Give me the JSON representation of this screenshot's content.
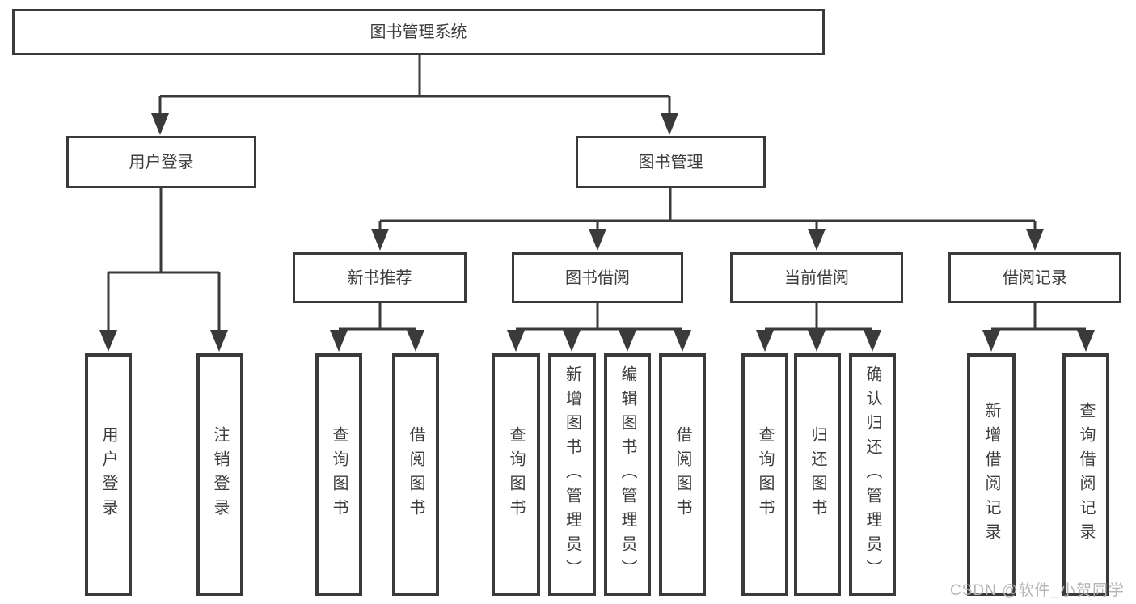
{
  "diagram": {
    "root": {
      "label": "图书管理系统"
    },
    "branches": [
      {
        "label": "用户登录"
      },
      {
        "label": "图书管理"
      }
    ],
    "modules": [
      {
        "label": "新书推荐"
      },
      {
        "label": "图书借阅"
      },
      {
        "label": "当前借阅"
      },
      {
        "label": "借阅记录"
      }
    ],
    "leaves": [
      {
        "label": "用户登录"
      },
      {
        "label": "注销登录"
      },
      {
        "label": "查询图书"
      },
      {
        "label": "借阅图书"
      },
      {
        "label": "查询图书"
      },
      {
        "label": "新增图书（管理员）"
      },
      {
        "label": "编辑图书（管理员）"
      },
      {
        "label": "借阅图书"
      },
      {
        "label": "查询图书"
      },
      {
        "label": "归还图书"
      },
      {
        "label": "确认归还（管理员）"
      },
      {
        "label": "新增借阅记录"
      },
      {
        "label": "查询借阅记录"
      }
    ],
    "watermark": "CSDN @软件_小贺同学"
  },
  "colors": {
    "line": "#3a3a3a",
    "text": "#3d3d3d",
    "box_fill": "#ffffff",
    "background": "#ffffff",
    "watermark": "#b5b5b5"
  }
}
